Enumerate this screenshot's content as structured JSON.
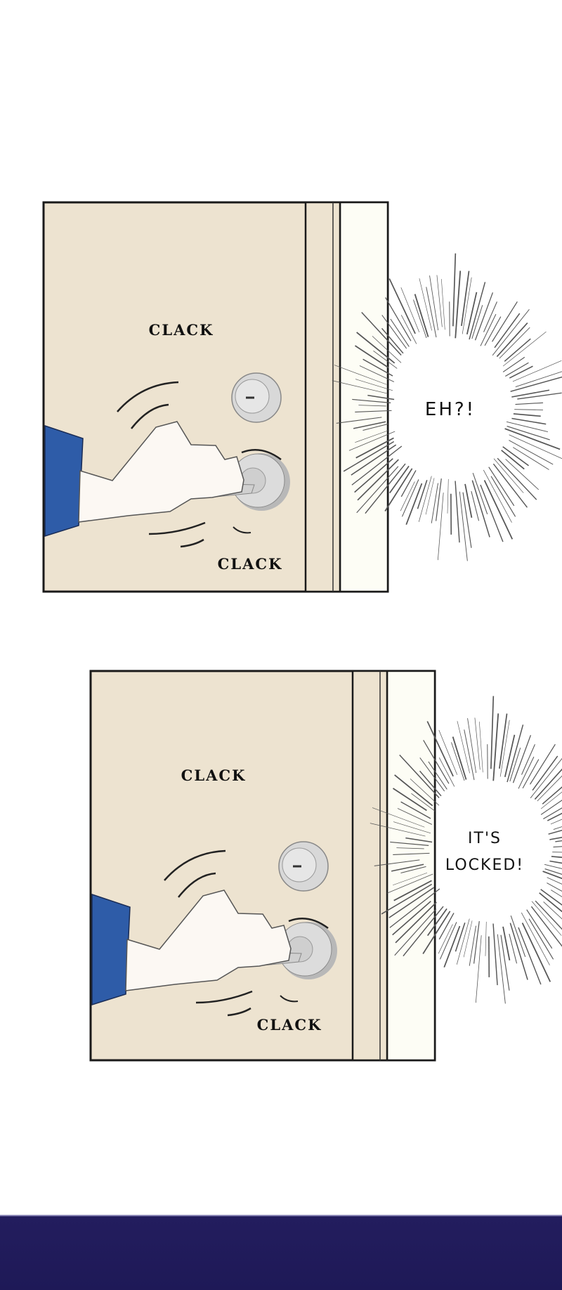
{
  "panels": [
    {
      "sfx_top": "CLACK",
      "sfx_bottom": "CLACK",
      "bubble": [
        "EH?!"
      ]
    },
    {
      "sfx_top": "CLACK",
      "sfx_bottom": "CLACK",
      "bubble": [
        "IT'S",
        "LOCKED!"
      ]
    }
  ],
  "colors": {
    "door": "#ede3d0",
    "frame": "#fdfdf5",
    "sleeve": "#2e5ca8",
    "night": "#211b5c"
  }
}
